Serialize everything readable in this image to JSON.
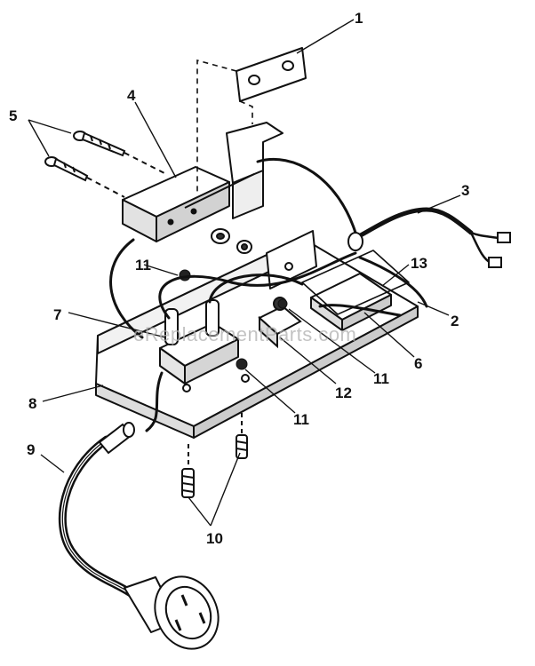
{
  "watermark": "eReplacementParts.com",
  "callouts": {
    "c1": "1",
    "c2": "2",
    "c3": "3",
    "c4": "4",
    "c5": "5",
    "c6": "6",
    "c7": "7",
    "c8": "8",
    "c9": "9",
    "c10": "10",
    "c11a": "11",
    "c11b": "11",
    "c11c": "11",
    "c12": "12",
    "c13": "13"
  },
  "colors": {
    "ink": "#111111",
    "paper": "#ffffff",
    "watermark": "#b0b0b0"
  }
}
